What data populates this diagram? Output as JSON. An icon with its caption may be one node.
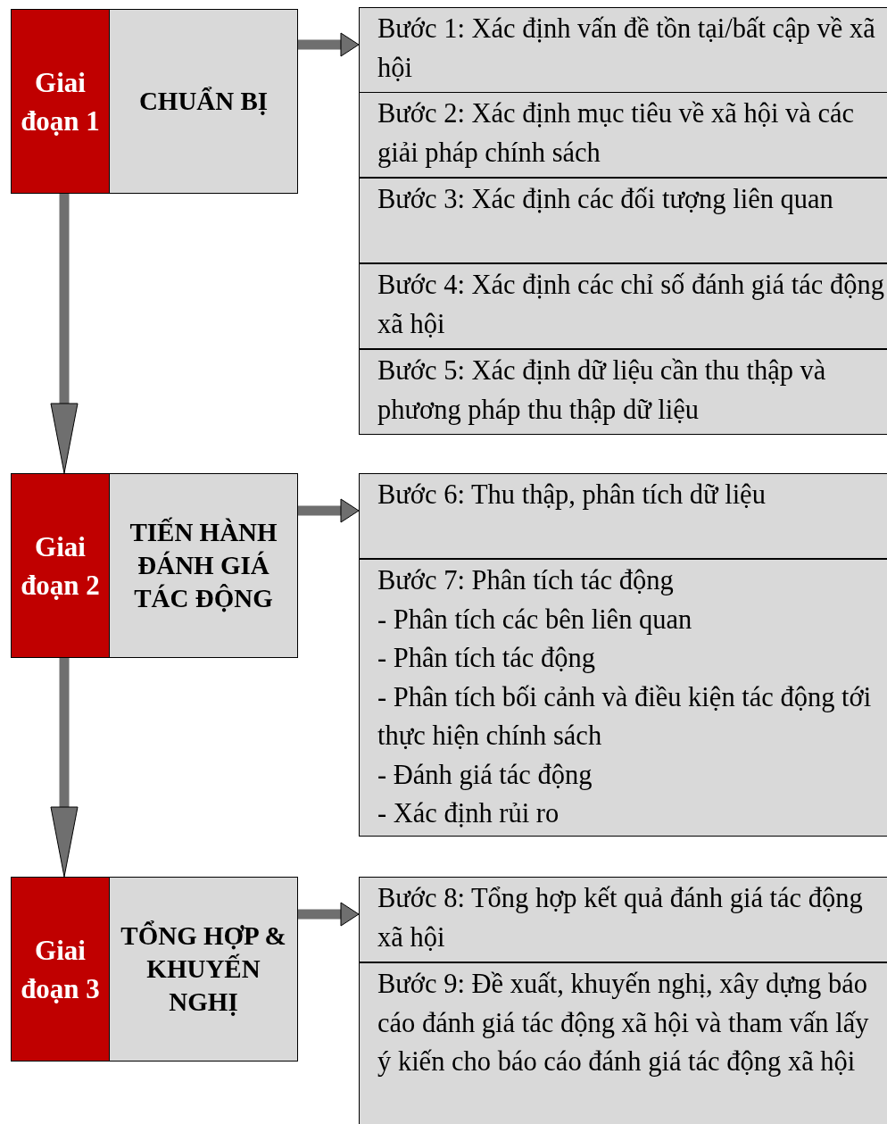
{
  "diagram": {
    "nodes": [
      {
        "text": [
          "Giai đoạn 1",
          "CHUẨN BỊ"
        ]
      },
      {
        "text": [
          "Bước 1: Xác định vấn đề tồn tại/bất cập về xã hội"
        ]
      },
      {
        "text": [
          "Bước 2: Xác định mục tiêu về xã hội và các giải pháp chính sách"
        ]
      },
      {
        "text": [
          "Bước 3: Xác định các đối tượng liên quan"
        ]
      },
      {
        "text": [
          "Bước 4: Xác định các chỉ số đánh giá tác động xã hội"
        ]
      },
      {
        "text": [
          "Bước 5: Xác định dữ liệu cần thu thập và phương pháp thu thập dữ liệu"
        ]
      },
      {
        "text": [
          "Giai đoạn 2",
          "TIẾN HÀNH ĐÁNH GIÁ TÁC ĐỘNG"
        ]
      },
      {
        "text": [
          "Bước 6: Thu thập, phân tích dữ liệu"
        ]
      },
      {
        "text": [
          "Bước 7: Phân tích tác động",
          "- Phân tích các bên liên quan",
          "- Phân tích tác động",
          "- Phân tích bối cảnh và điều kiện tác động tới thực hiện chính sách",
          "- Đánh giá tác động",
          "- Xác định rủi ro"
        ]
      },
      {
        "text": [
          "Giai đoạn 3",
          "TỔNG HỢP & KHUYẾN NGHỊ"
        ]
      },
      {
        "text": [
          "Bước 8: Tổng hợp kết quả đánh giá tác động xã hội"
        ]
      },
      {
        "text": [
          "Bước 9: Đề xuất, khuyến nghị, xây dựng báo cáo đánh giá tác động xã hội và tham vấn lấy ý kiến cho báo cáo đánh giá tác động xã hội"
        ]
      }
    ],
    "edges": [
      {
        "from": 0,
        "to": 1,
        "arrow": "to"
      },
      {
        "from": 0,
        "to": 6,
        "arrow": "to"
      },
      {
        "from": 6,
        "to": 7,
        "arrow": "to"
      },
      {
        "from": 6,
        "to": 9,
        "arrow": "to"
      },
      {
        "from": 9,
        "to": 10,
        "arrow": "to"
      }
    ]
  }
}
